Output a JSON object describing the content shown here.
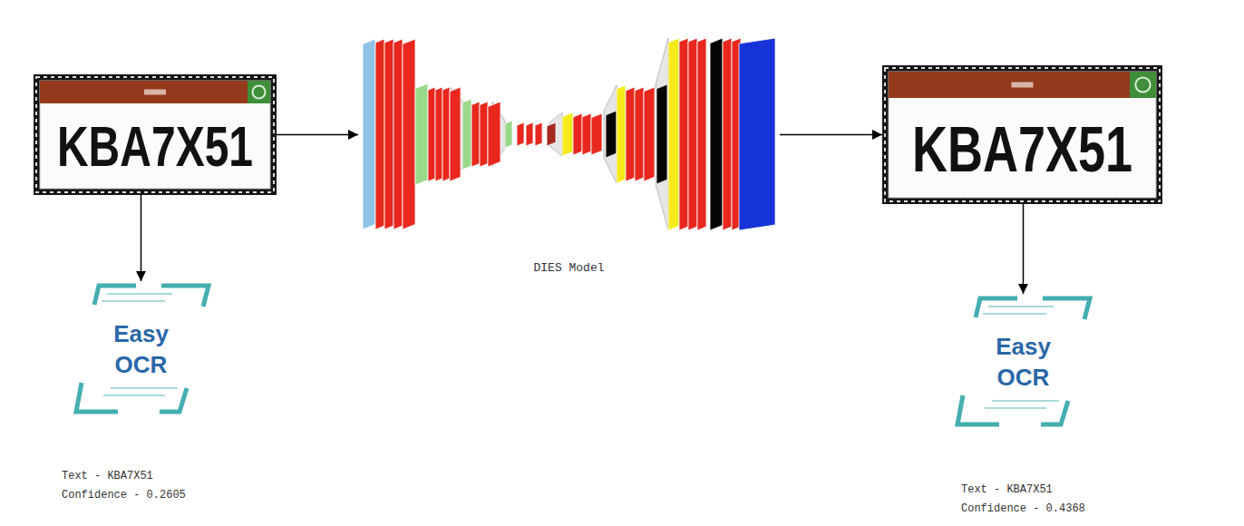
{
  "diagram": {
    "nodes": [
      {
        "text": [
          "KBA7X51"
        ]
      },
      {
        "text": [
          "DIES Model"
        ]
      },
      {
        "text": [
          "KBA7X51"
        ]
      },
      {
        "text": [
          "Easy OCR"
        ]
      },
      {
        "text": [
          "Easy OCR"
        ]
      }
    ],
    "edges": [
      {
        "from": 0,
        "to": 1,
        "arrow": "to"
      },
      {
        "from": 1,
        "to": 2,
        "arrow": "to"
      },
      {
        "from": 0,
        "to": 3,
        "arrow": "to"
      },
      {
        "from": 2,
        "to": 4,
        "arrow": "to"
      }
    ],
    "labels": [
      "Text - KBA7X51",
      "Confidence - 0.2605",
      "Text - KBA7X51",
      "Confidence - 0.4368"
    ]
  }
}
